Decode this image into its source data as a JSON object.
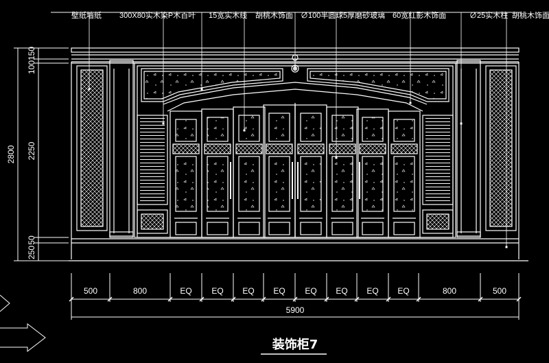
{
  "callouts": [
    "壁纸墙纸",
    "300X80实木染P木百叶",
    "15宽实木线",
    "胡桃木饰面",
    "∅100半圆球",
    "5厚磨砂玻璃",
    "60宽红影木饰面",
    "∅25实木柱",
    "胡桃木饰面"
  ],
  "horizontal_dims": [
    "500",
    "800",
    "EQ",
    "EQ",
    "EQ",
    "EQ",
    "EQ",
    "EQ",
    "EQ",
    "EQ",
    "800",
    "500"
  ],
  "total_dim": "5900",
  "vertical_dims": [
    "150",
    "100",
    "2250",
    "2800",
    "50",
    "250"
  ],
  "title": "装饰柜7",
  "colors": {
    "line": "#ffffff",
    "background": "#000000"
  }
}
